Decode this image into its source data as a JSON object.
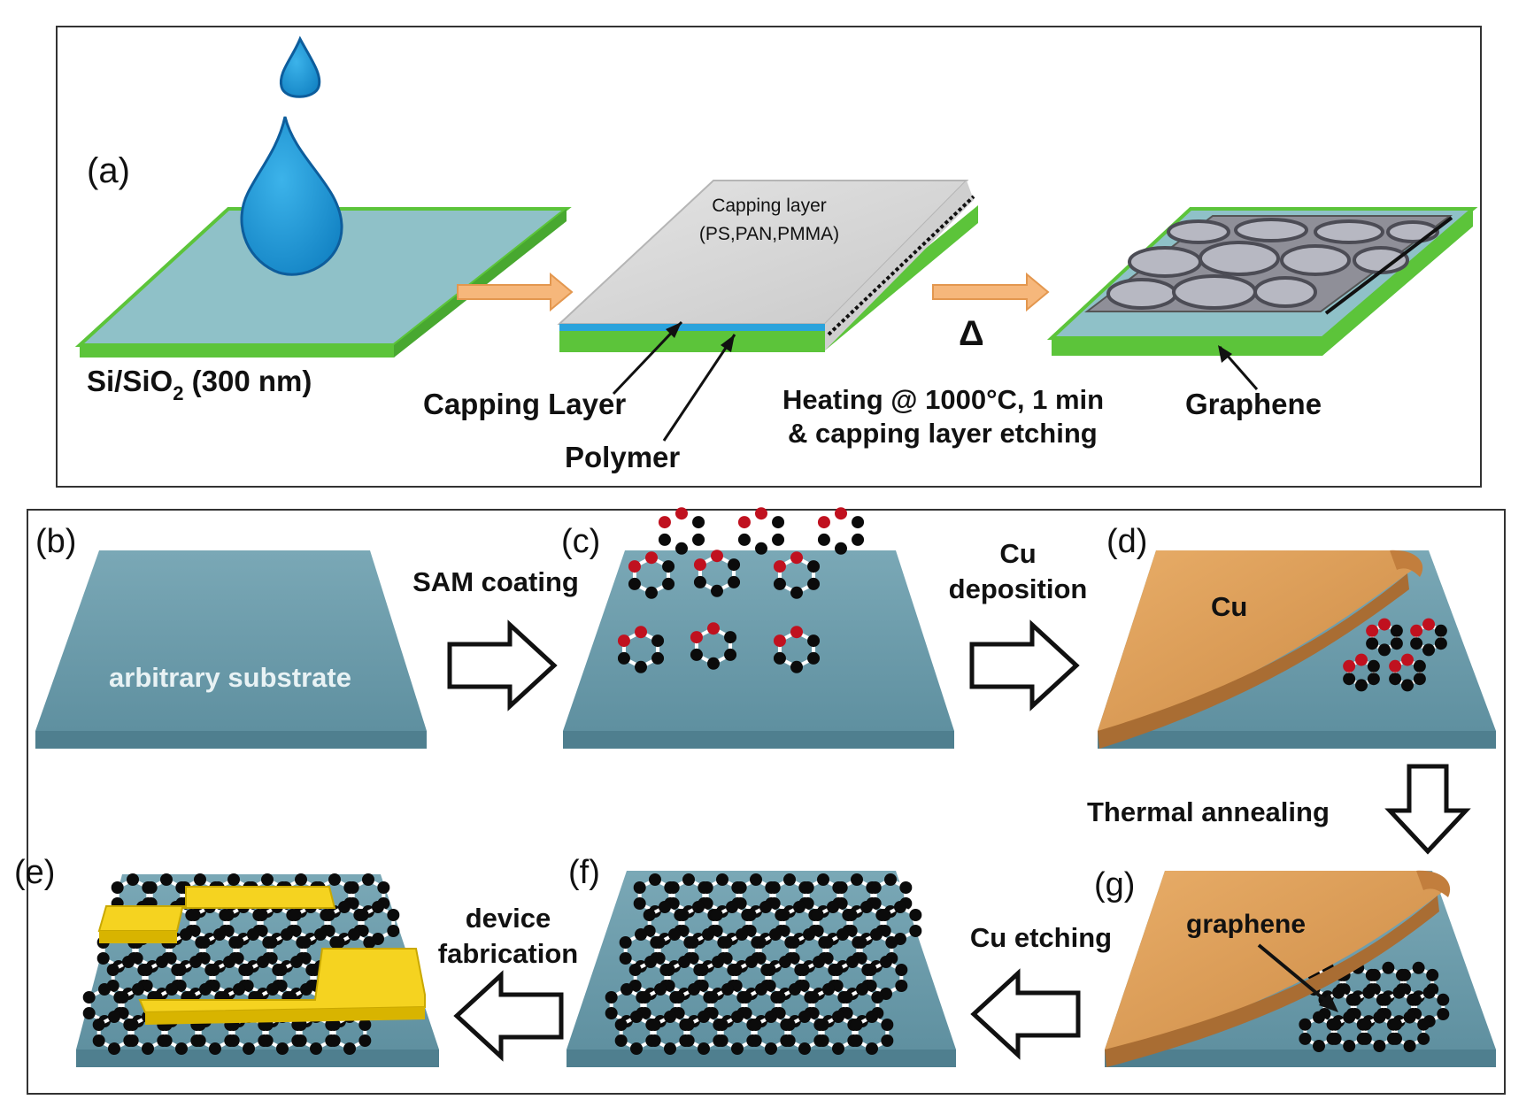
{
  "panel_a": {
    "label": "(a)",
    "substrate": "Si/SiO",
    "substrate_sub": "2",
    "substrate_suffix": " (300 nm)",
    "capping_top_line1": "Capping layer",
    "capping_top_line2": "(PS,PAN,PMMA)",
    "capping_layer": "Capping Layer",
    "polymer": "Polymer",
    "delta": "Δ",
    "heating_line1": "Heating @ 1000°C, 1 min",
    "heating_line2": "& capping layer etching",
    "graphene": "Graphene"
  },
  "panel_b": {
    "label_b": "(b)",
    "label_c": "(c)",
    "label_d": "(d)",
    "label_e": "(e)",
    "label_f": "(f)",
    "label_g": "(g)",
    "arbitrary_substrate": "arbitrary substrate",
    "sam_coating": "SAM coating",
    "cu_deposition_line1": "Cu",
    "cu_deposition_line2": "deposition",
    "cu": "Cu",
    "thermal_annealing": "Thermal annealing",
    "graphene": "graphene",
    "cu_etching": "Cu etching",
    "device_line1": "device",
    "device_line2": "fabrication"
  },
  "colors": {
    "green_edge": "#5cc43a",
    "substrate_top": "#8fc1c8",
    "slab_top": "#6b9bab",
    "slab_edge": "#4f7f8f",
    "drop_blue": "#1e9ad6",
    "arrow_orange": "#f6b77b",
    "copper": "#d99a55",
    "gold": "#f5d320",
    "atom_red": "#c0111f"
  }
}
